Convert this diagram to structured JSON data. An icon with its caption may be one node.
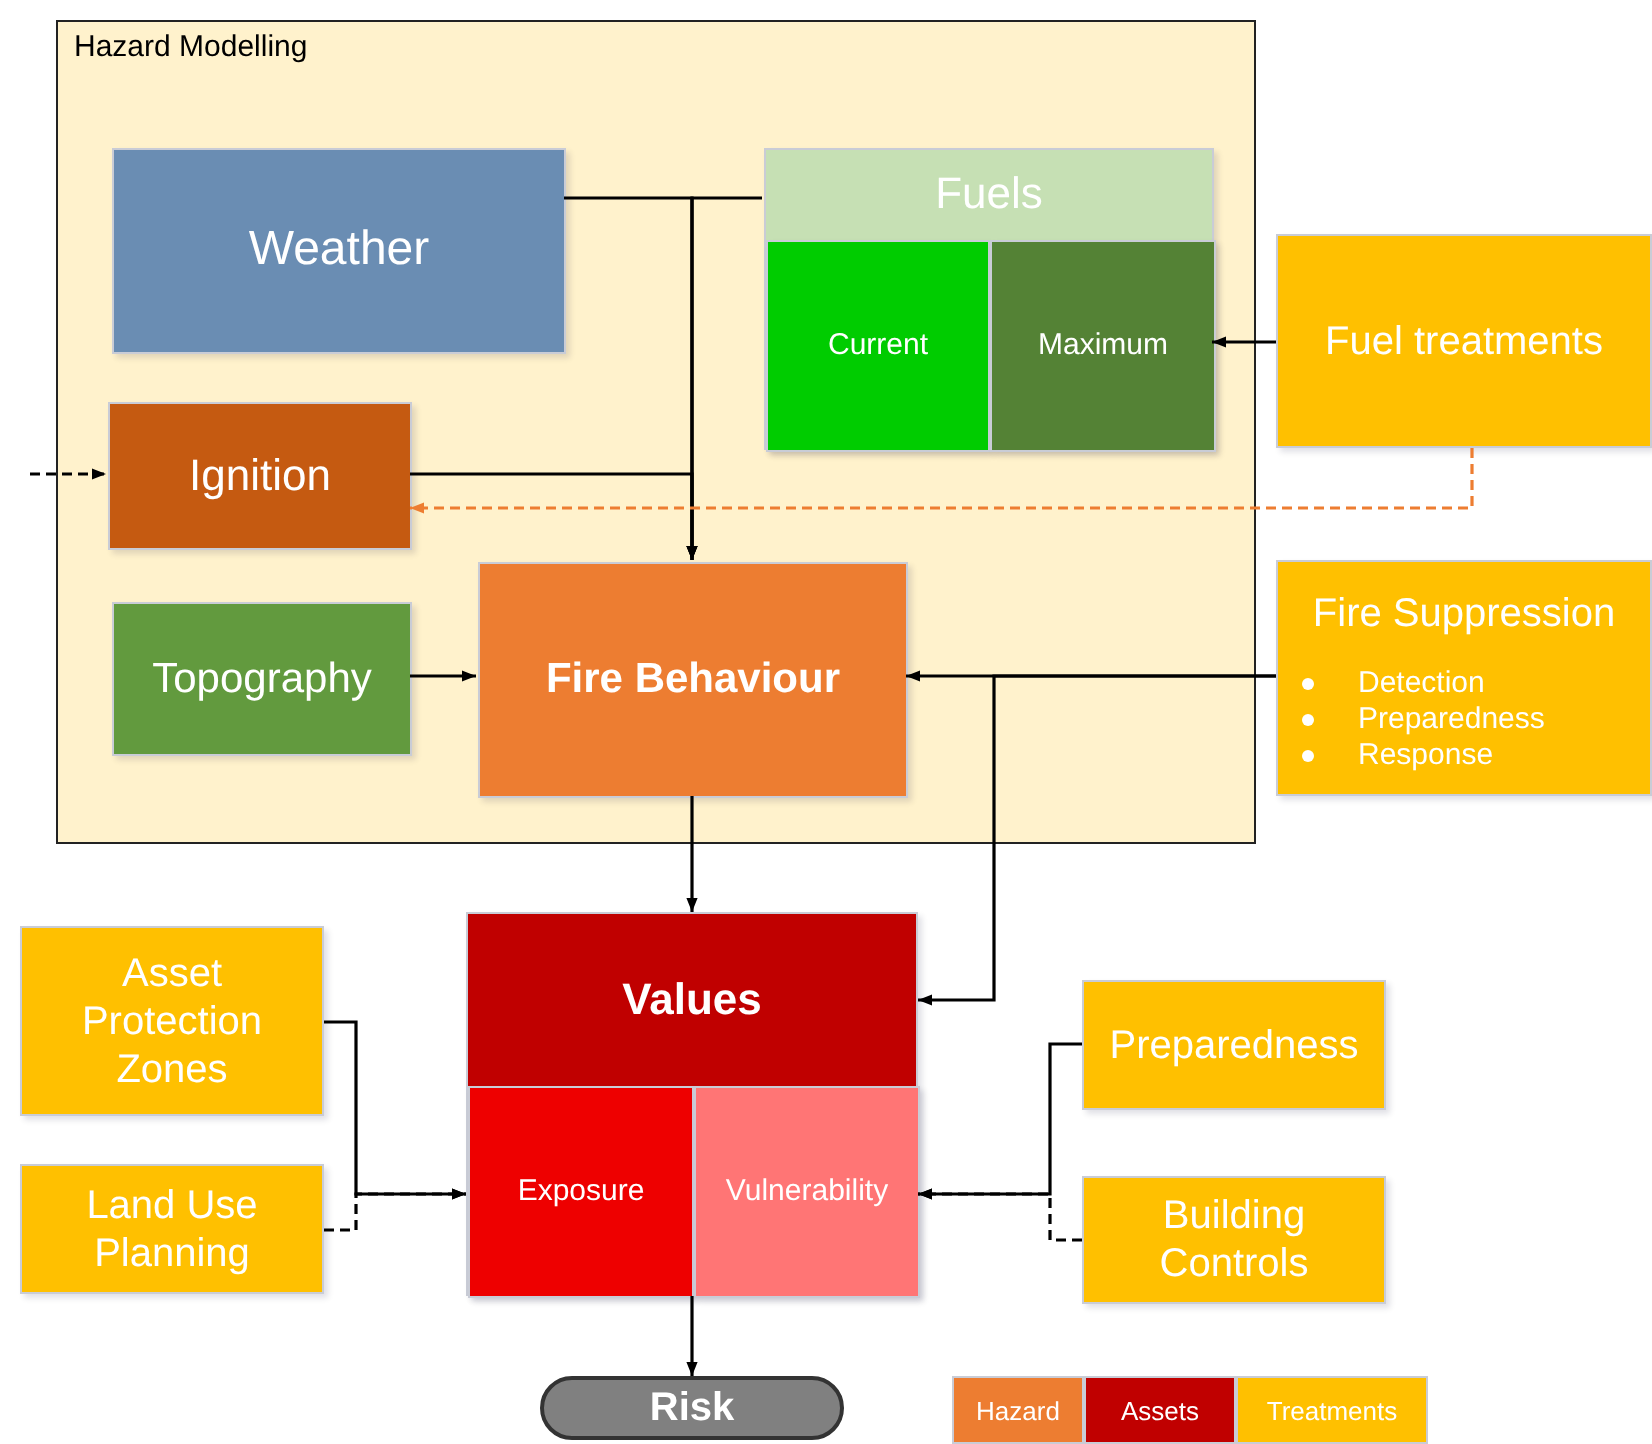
{
  "diagram": {
    "nodes": [
      {
        "text": [
          "Hazard Modelling"
        ]
      },
      {
        "text": [
          "Weather"
        ],
        "in": 0
      },
      {
        "text": [
          "Ignition"
        ],
        "in": 0
      },
      {
        "text": [
          "Topography"
        ],
        "in": 0
      },
      {
        "text": [
          "Fuels"
        ],
        "in": 0
      },
      {
        "text": [
          "Current"
        ],
        "in": 4
      },
      {
        "text": [
          "Maximum"
        ],
        "in": 4
      },
      {
        "text": [
          "Fire Behaviour"
        ],
        "in": 0
      },
      {
        "text": [
          "Fuel treatments"
        ]
      },
      {
        "text": [
          "Fire Suppression",
          "Detection",
          "Preparedness",
          "Response"
        ]
      },
      {
        "text": [
          "Values"
        ]
      },
      {
        "text": [
          "Exposure"
        ],
        "in": 10
      },
      {
        "text": [
          "Vulnerability"
        ],
        "in": 10
      },
      {
        "text": [
          "Asset Protection Zones"
        ]
      },
      {
        "text": [
          "Land Use Planning"
        ]
      },
      {
        "text": [
          "Preparedness"
        ]
      },
      {
        "text": [
          "Building Controls"
        ]
      },
      {
        "text": [
          "Risk"
        ]
      }
    ],
    "edges": [
      {
        "from": 1,
        "to": 7,
        "arrow": "to"
      },
      {
        "from": 4,
        "to": 7,
        "arrow": "to"
      },
      {
        "from": 2,
        "to": 7,
        "arrow": "to"
      },
      {
        "from": null,
        "to": 2,
        "arrow": "to",
        "style": "dashed"
      },
      {
        "from": 8,
        "to": 2,
        "arrow": "to",
        "style": "dashed",
        "color": "#ed7d31"
      },
      {
        "from": 8,
        "to": 6,
        "arrow": "to"
      },
      {
        "from": 3,
        "to": 7,
        "arrow": "to"
      },
      {
        "from": 9,
        "to": 7,
        "arrow": "to"
      },
      {
        "from": 9,
        "to": 10,
        "arrow": "to"
      },
      {
        "from": 7,
        "to": 10,
        "arrow": "to"
      },
      {
        "from": 13,
        "to": 11,
        "arrow": "to"
      },
      {
        "from": 14,
        "to": 11,
        "arrow": "to",
        "style": "dashed"
      },
      {
        "from": 15,
        "to": 12,
        "arrow": "to"
      },
      {
        "from": 16,
        "to": 12,
        "arrow": "to",
        "style": "dashed"
      },
      {
        "from": 10,
        "to": 17,
        "arrow": "to"
      }
    ],
    "legend": [
      {
        "text": "Hazard",
        "color": "#ed7d31"
      },
      {
        "text": "Assets",
        "color": "#c00000"
      },
      {
        "text": "Treatments",
        "color": "#ffc000"
      }
    ]
  }
}
